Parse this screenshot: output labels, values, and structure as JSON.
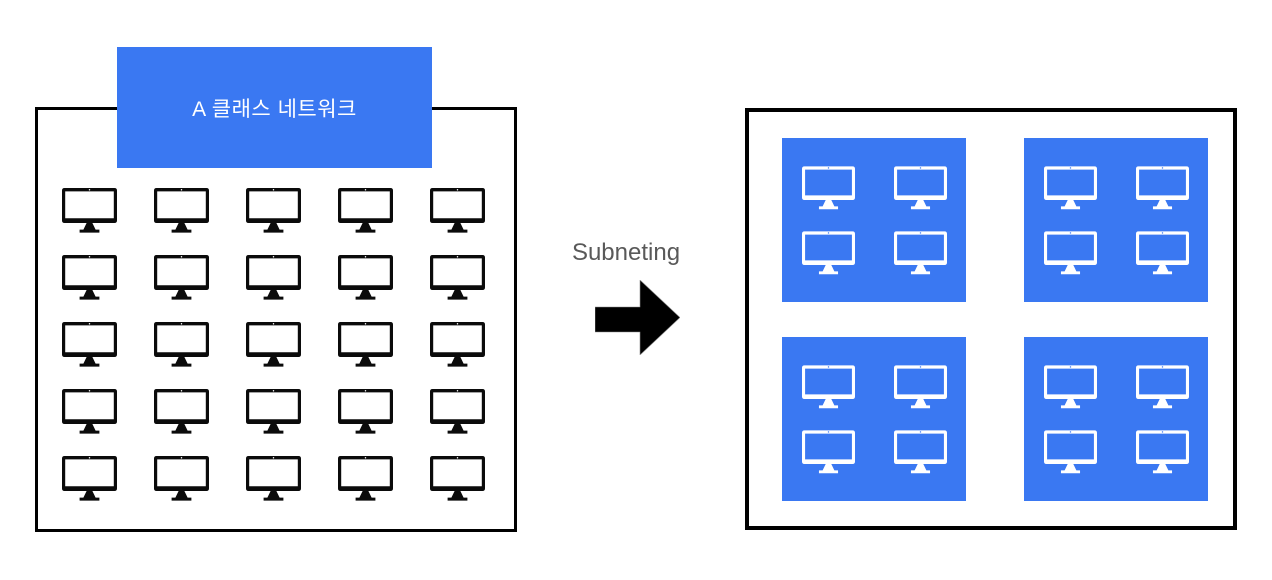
{
  "diagram": {
    "left_network": {
      "label": "A 클래스 네트워크",
      "host_count": 25,
      "grid_rows": 5,
      "grid_cols": 5
    },
    "transition": {
      "label": "Subneting",
      "arrow_icon": "right-block-arrow-icon"
    },
    "right_network": {
      "subnet_count": 4,
      "hosts_per_subnet": 4,
      "grid_rows": 2,
      "grid_cols": 2
    },
    "icons": {
      "host": "monitor-icon"
    },
    "colors": {
      "accent_blue": "#3A78F2",
      "icon_black": "#0B0B0B",
      "border_black": "#000000",
      "transition_text_gray": "#595959",
      "background": "#FFFFFF"
    }
  }
}
